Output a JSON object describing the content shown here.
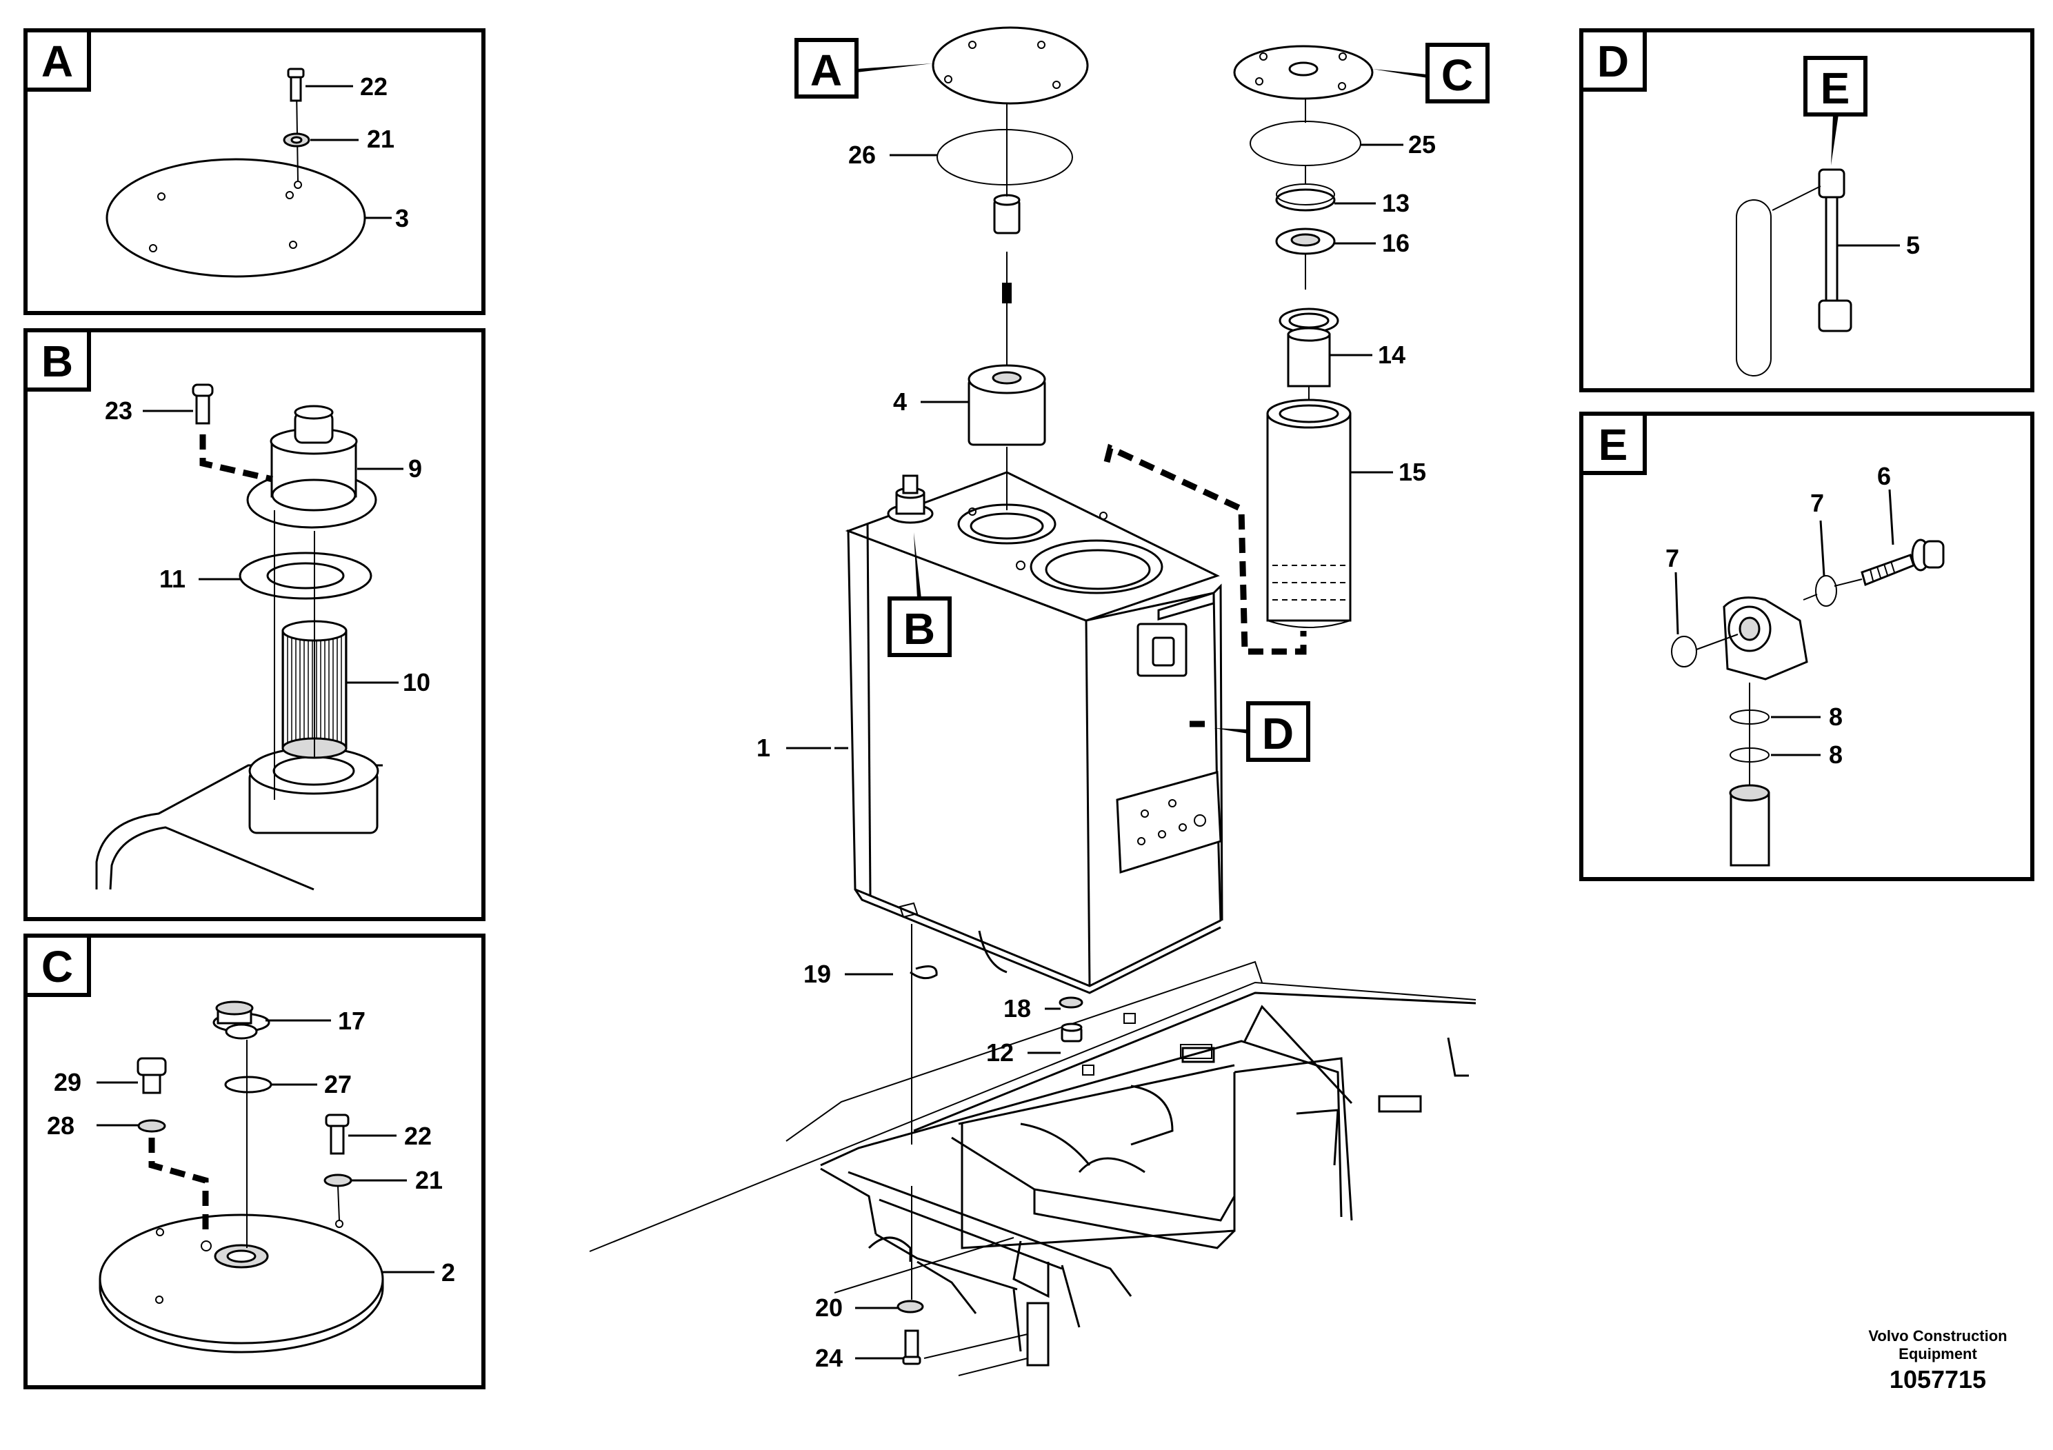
{
  "callouts": {
    "p1": "1",
    "p2": "2",
    "p3": "3",
    "p4": "4",
    "p5": "5",
    "p6": "6",
    "p7": "7",
    "p8": "8",
    "p9": "9",
    "p10": "10",
    "p11": "11",
    "p12": "12",
    "p13": "13",
    "p14": "14",
    "p15": "15",
    "p16": "16",
    "p17": "17",
    "p18": "18",
    "p19": "19",
    "p20": "20",
    "p21": "21",
    "p22": "22",
    "p23": "23",
    "p24": "24",
    "p25": "25",
    "p26": "26",
    "p27": "27",
    "p28": "28",
    "p29": "29"
  },
  "detail_labels": {
    "a": "A",
    "b": "B",
    "c": "C",
    "d": "D",
    "e": "E"
  },
  "footer": {
    "company_line1": "Volvo Construction",
    "company_line2": "Equipment",
    "drawing_number": "1057715"
  }
}
